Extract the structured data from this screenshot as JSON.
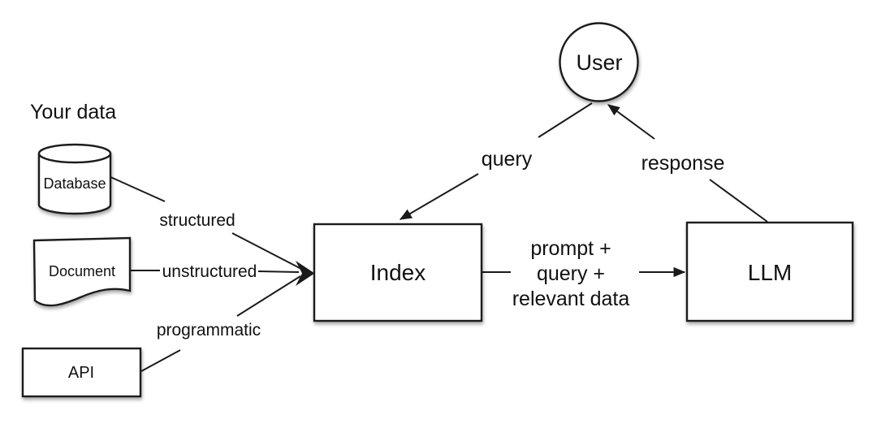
{
  "heading": {
    "your_data": "Your data"
  },
  "nodes": {
    "database": "Database",
    "document": "Document",
    "api": "API",
    "index": "Index",
    "llm": "LLM",
    "user": "User"
  },
  "edges": {
    "structured": "structured",
    "unstructured": "unstructured",
    "programmatic": "programmatic",
    "query": "query",
    "response": "response",
    "prompt": {
      "line1": "prompt +",
      "line2": "query +",
      "line3": "relevant data"
    }
  },
  "colors": {
    "stroke": "#1a1a1a",
    "shape_fill": "#ffffff",
    "background": "#ffffff",
    "text": "#111111"
  }
}
